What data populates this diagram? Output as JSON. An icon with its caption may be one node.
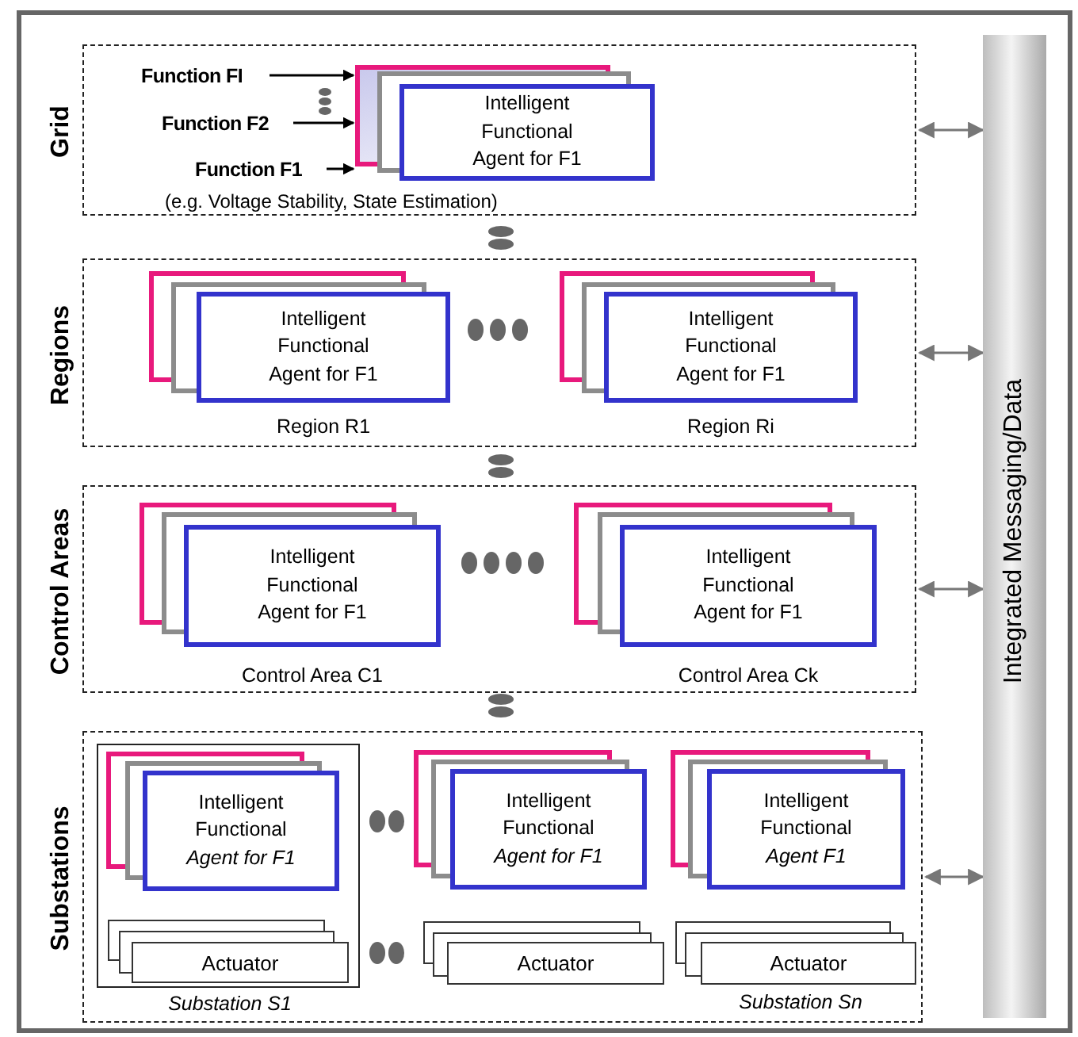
{
  "diagram": {
    "nodes": [
      {
        "text": [
          "Grid"
        ]
      },
      {
        "text": [
          "Function FI"
        ],
        "in": 0
      },
      {
        "text": [
          "Function F2"
        ],
        "in": 0
      },
      {
        "text": [
          "Function F1"
        ],
        "beside": [
          "(e.g. Voltage Stability, State Estimation)"
        ],
        "in": 0
      },
      {
        "text": [
          "Intelligent Functional Agent for F1"
        ],
        "in": 0
      },
      {
        "text": [
          "Regions"
        ]
      },
      {
        "text": [
          "Intelligent Functional Agent for F1"
        ],
        "beside": [
          "Region R1"
        ],
        "in": 5
      },
      {
        "text": [
          "Intelligent Functional Agent for F1"
        ],
        "beside": [
          "Region Ri"
        ],
        "in": 5
      },
      {
        "text": [
          "Control Areas"
        ]
      },
      {
        "text": [
          "Intelligent Functional Agent for F1"
        ],
        "beside": [
          "Control Area C1"
        ],
        "in": 8
      },
      {
        "text": [
          "Intelligent Functional Agent for F1"
        ],
        "beside": [
          "Control Area Ck"
        ],
        "in": 8
      },
      {
        "text": [
          "Substations"
        ]
      },
      {
        "text": [
          "Substation S1"
        ],
        "in": 11
      },
      {
        "text": [
          "Intelligent Functional *Agent for F1*"
        ],
        "in": 12
      },
      {
        "text": [
          "Actuator"
        ],
        "in": 12
      },
      {
        "text": [
          "Intelligent Functional *Agent for F1*"
        ],
        "in": 11
      },
      {
        "text": [
          "Actuator"
        ],
        "in": 11
      },
      {
        "text": [
          "Intelligent Functional *Agent F1*"
        ],
        "in": 11
      },
      {
        "text": [
          "Actuator"
        ],
        "in": 11
      },
      {
        "text": [
          "Integrated Messaging/Data"
        ]
      }
    ],
    "edges": [
      {
        "from": 1,
        "to": 4,
        "arrow": "to",
        "color": "#000000"
      },
      {
        "from": 2,
        "to": 4,
        "arrow": "to",
        "color": "#000000"
      },
      {
        "from": 3,
        "to": 4,
        "arrow": "to",
        "color": "#000000"
      },
      {
        "from": 0,
        "to": 19,
        "arrow": "both"
      },
      {
        "from": 5,
        "to": 19,
        "arrow": "both"
      },
      {
        "from": 8,
        "to": 19,
        "arrow": "both"
      },
      {
        "from": 11,
        "to": 19,
        "arrow": "both"
      }
    ],
    "labels": [
      "Substation Sn"
    ]
  }
}
